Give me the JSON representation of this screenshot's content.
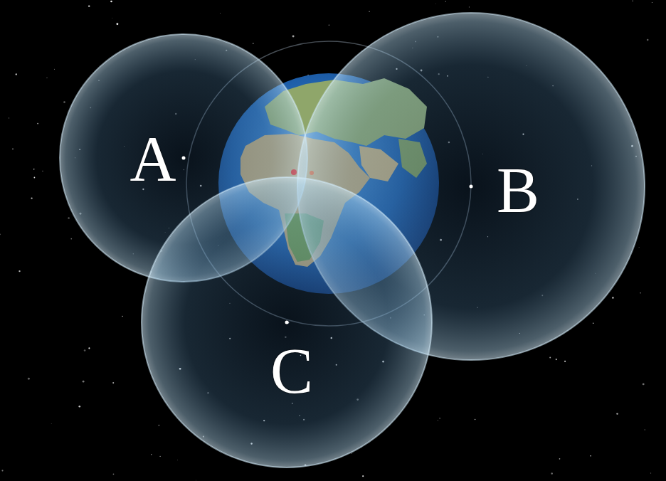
{
  "diagram": {
    "nodes": [
      {
        "text": [
          "A"
        ]
      },
      {
        "text": [
          "B"
        ]
      },
      {
        "text": [
          "C"
        ]
      }
    ]
  }
}
